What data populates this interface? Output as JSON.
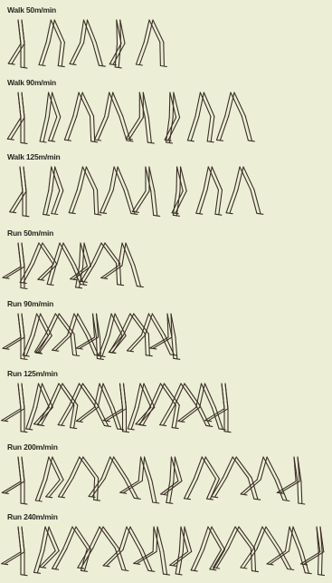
{
  "rows": [
    {
      "label": "Walk 50m/min",
      "frames": 5,
      "motion": "walk"
    },
    {
      "label": "Walk 90m/min",
      "frames": 8,
      "motion": "walk"
    },
    {
      "label": "Walk 125m/min",
      "frames": 8,
      "motion": "walk"
    },
    {
      "label": "Run 50m/min",
      "frames": 6,
      "motion": "run"
    },
    {
      "label": "Run 90m/min",
      "frames": 9,
      "motion": "run"
    },
    {
      "label": "Run 125m/min",
      "frames": 11,
      "motion": "run"
    },
    {
      "label": "Run 200m/min",
      "frames": 10,
      "motion": "run"
    },
    {
      "label": "Run 240m/min",
      "frames": 12,
      "motion": "run"
    }
  ]
}
